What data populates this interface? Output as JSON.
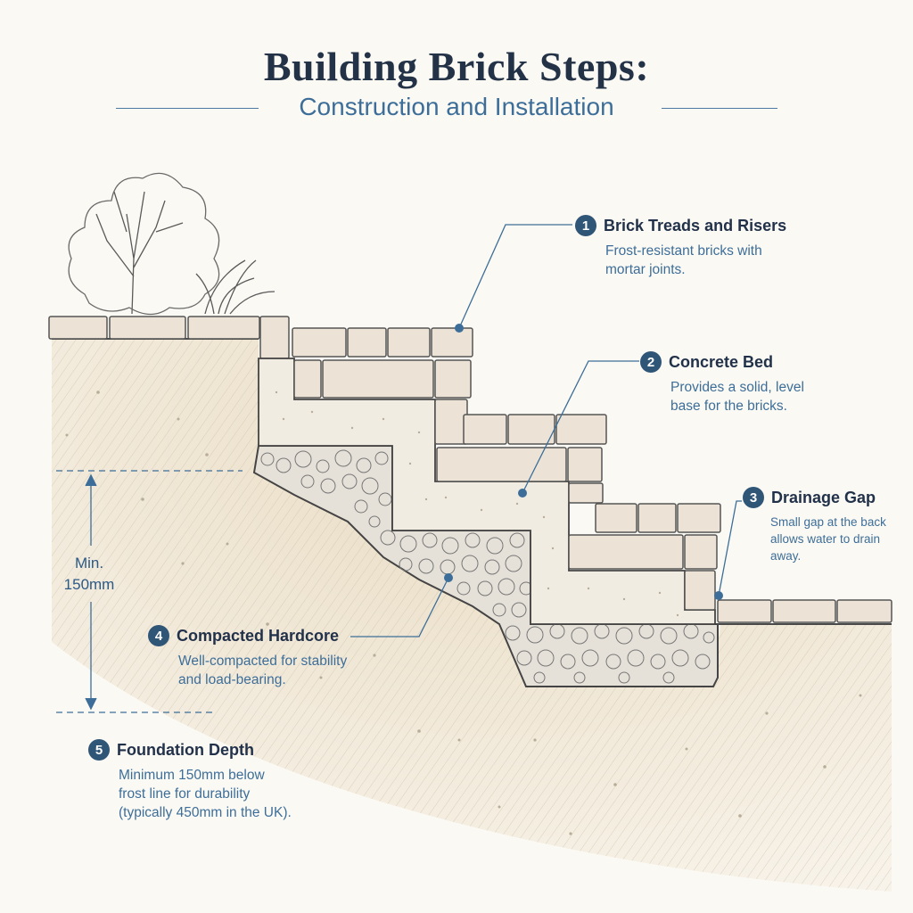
{
  "title": "Building Brick Steps:",
  "subtitle": "Construction and Installation",
  "annotations": [
    {
      "num": "1",
      "label": "Brick Treads and Risers",
      "desc": [
        "Frost-resistant bricks with",
        "mortar joints."
      ]
    },
    {
      "num": "2",
      "label": "Concrete Bed",
      "desc": [
        "Provides a solid, level",
        "base for the bricks."
      ]
    },
    {
      "num": "3",
      "label": "Drainage Gap",
      "desc": [
        "Small gap at the back",
        "allows water to drain",
        "away."
      ]
    },
    {
      "num": "4",
      "label": "Compacted Hardcore",
      "desc": [
        "Well-compacted for stability",
        "and load-bearing."
      ]
    },
    {
      "num": "5",
      "label": "Foundation Depth",
      "desc": [
        "Minimum 150mm below",
        "frost line for durability",
        "(typically 450mm in the UK)."
      ]
    }
  ],
  "depth_marker": {
    "line1": "Min.",
    "line2": "150mm"
  },
  "colors": {
    "ink": "#22314a",
    "accent": "#3d6e99",
    "badge": "#2f5577",
    "soil": "#ede1cc",
    "brick": "#ece3d6",
    "concrete": "#f1ece1"
  }
}
